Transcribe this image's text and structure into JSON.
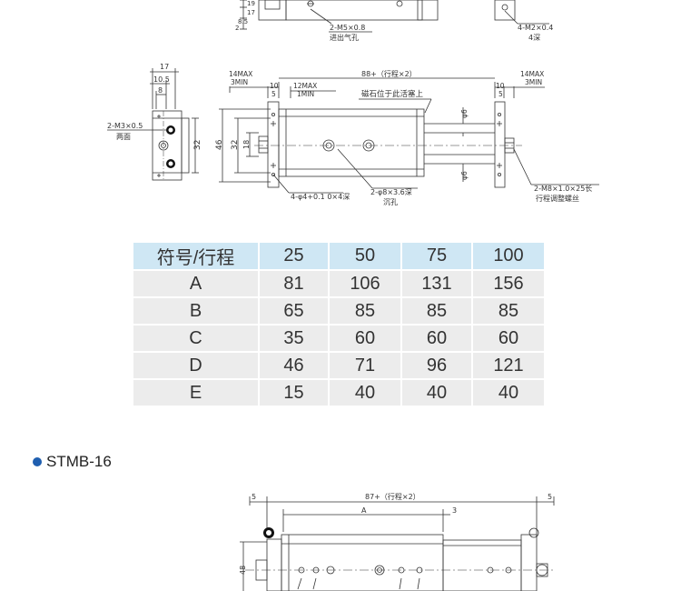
{
  "top_partial": {
    "dims": [
      "19",
      "17",
      "8.5",
      "2"
    ],
    "callout_port_1": "2-M5×0.8",
    "callout_port_2": "进出气孔",
    "callout_tap_1": "4-M2×0.4",
    "callout_tap_2": "4深"
  },
  "stmb12_drawing": {
    "side_dims": [
      "17",
      "10.5",
      "8"
    ],
    "side_height": "32",
    "side_thread_1": "2-M3×0.5",
    "side_thread_2": "两面",
    "left_max": "14MAX",
    "left_min": "3MIN",
    "right_max": "14MAX",
    "right_min": "3MIN",
    "inner_max": "12MAX",
    "inner_min": "1MIN",
    "ten_left": "10",
    "five_left": "5",
    "ten_right": "10",
    "five_right": "5",
    "overall_length": "88+（行程×2）",
    "magnet_note": "磁石位于此活塞上",
    "height_outer": "46",
    "height_mid": "32",
    "height_inner": "18",
    "rod_dia_1": "φ6",
    "rod_dia_2": "φ6",
    "mount_holes": "4-φ4+0.1 0×4深",
    "cbore_1": "2-φ8×3.6深",
    "cbore_2": "沉孔",
    "adjust_1": "2-M8×1.0×25长",
    "adjust_2": "行程调整螺丝"
  },
  "table": {
    "header": [
      "符号/行程",
      "25",
      "50",
      "75",
      "100"
    ],
    "rows": [
      [
        "A",
        "81",
        "106",
        "131",
        "156"
      ],
      [
        "B",
        "65",
        "85",
        "85",
        "85"
      ],
      [
        "C",
        "35",
        "60",
        "60",
        "60"
      ],
      [
        "D",
        "46",
        "71",
        "96",
        "121"
      ],
      [
        "E",
        "15",
        "40",
        "40",
        "40"
      ]
    ]
  },
  "stmb16": {
    "title": "STMB-16",
    "dim_left": "5",
    "dim_right": "5",
    "overall_length": "87+（行程×2）",
    "dim_a": "A",
    "dim_3": "3",
    "height": "48"
  },
  "colors": {
    "title_dot": "#1f5fb0",
    "table_header_bg": "#cfe7f4",
    "table_cell_bg": "#ececec"
  }
}
